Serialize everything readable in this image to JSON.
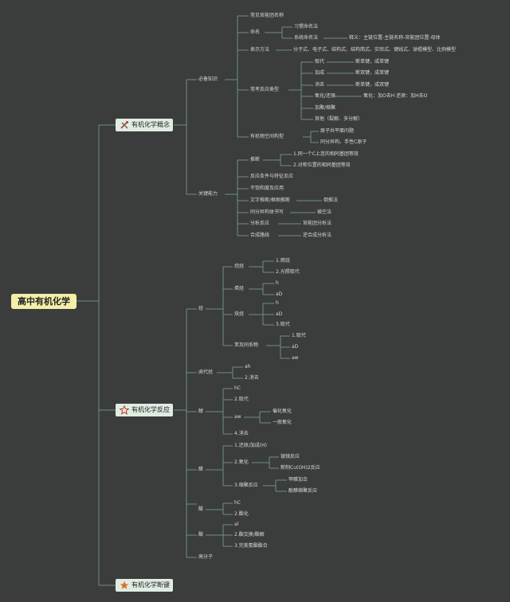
{
  "root": "高中有机化学",
  "hubs": {
    "h1": "有机化学概念",
    "h2": "有机化学反应",
    "h3": "有机化学断键"
  },
  "icons": {
    "h1": "tools-icon",
    "h2": "star-outline-icon",
    "h3": "star-filled-icon"
  },
  "colors": {
    "background": "#3a3d3c",
    "line": "#6f8f7a",
    "root": "#f4efa8",
    "hub": "#e0ece2",
    "star": "#e07030"
  },
  "nodes": {
    "bixu": "必备知识",
    "guanjian": "关键能力",
    "a1": "常见官能团名称",
    "a2": "命名",
    "a2a": "习惯命名法",
    "a2b": "系统命名法",
    "a2b1": "释义：主链位置-主链名称-官能团位置-母体",
    "a3": "表示方法",
    "a3a": "分子式、电子式、结构式、结构简式、实验式、键线式、球棍模型、比例模型",
    "a4": "常考反应类型",
    "a4a": "取代",
    "a4a1": "断单键，成单键",
    "a4b": "加成",
    "a4b1": "断双键，成单键",
    "a4c": "消去",
    "a4c1": "断单键，成双键",
    "a4d": "氧化/还原",
    "a4d1": "氧化：加O去H  还原：加H去O",
    "a4e": "加聚/缩聚",
    "a4f": "其他（裂解、多分解）",
    "a5": "有机物空间构型",
    "a5a": "原子共平面问题",
    "a5b": "同分异构、手性C原子",
    "b1": "推断",
    "b1a": "1.同一个C上连的相同基团等效",
    "b1b": "2.对称位置的相同基团等效",
    "b2": "反应条件与特征反应",
    "b3": "不饱和度及应用",
    "b4": "文字推断/框图推断",
    "b4a": "倒推法",
    "b5": "同分异构体书写",
    "b5a": "插空法",
    "b6": "分析反应",
    "b6a": "官能团分析法",
    "b7": "合成路线",
    "b7a": "逆合成分析法",
    "c1": "烃",
    "c1a": "烷烃",
    "c1a1": "1.燃烧",
    "c1a2": "2.光照取代",
    "c1b": "烯烃",
    "c1b1": "h",
    "c1b2": "aD",
    "c1c": "炔烃",
    "c1c1": "h",
    "c1c2": "aD",
    "c1c3": "3.取代",
    "c1d": "苯及同系物",
    "c1d1": "1.取代",
    "c1d2": "aD",
    "c1d3": "aw",
    "c2": "卤代烃",
    "c2a": "ah",
    "c2b": "2.消去",
    "c3": "醇",
    "c3a": "hC",
    "c3b": "2.取代",
    "c3c": "aw",
    "c3c1": "催化氧化",
    "c3c2": "一般氧化",
    "c3d": "4.消去",
    "c4": "醛",
    "c4a": "1.还原/加成(H)",
    "c4b": "2.氧化",
    "c4b1": "银镜反应",
    "c4b2": "新制Cu(OH)2反应",
    "c4c": "3.缩聚反应",
    "c4c1": "甲醛加合",
    "c4c2": "酚醛缩聚反应",
    "c5": "酸",
    "c5a": "hC",
    "c5b": "2.酯化",
    "c6": "酯",
    "c6a": "al",
    "c6b": "2.酯交换/酯解",
    "c6c": "3.完美氨酯酯合",
    "c7": "高分子"
  }
}
